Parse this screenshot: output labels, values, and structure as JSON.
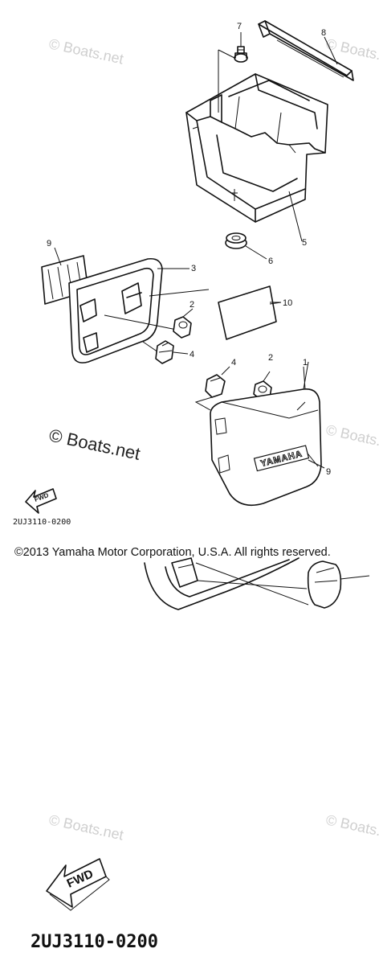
{
  "diagram": {
    "watermark_text": "© Boats.net",
    "center_watermark_text": "© Boats.net",
    "callouts": {
      "c1": "1",
      "c2a": "2",
      "c2b": "2",
      "c3": "3",
      "c4a": "4",
      "c4b": "4",
      "c5": "5",
      "c6": "6",
      "c7": "7",
      "c8": "8",
      "c9a": "9",
      "c9b": "9",
      "c10": "10"
    },
    "fwd_label": "FWD",
    "fwd_label_large": "FWD",
    "drawing_code_small": "2UJ3110-0200",
    "drawing_code_large": "2UJ3110-0200",
    "yamaha_decal": "YAMAHA",
    "copyright": "©2013 Yamaha Motor Corporation, U.S.A. All rights reserved."
  }
}
